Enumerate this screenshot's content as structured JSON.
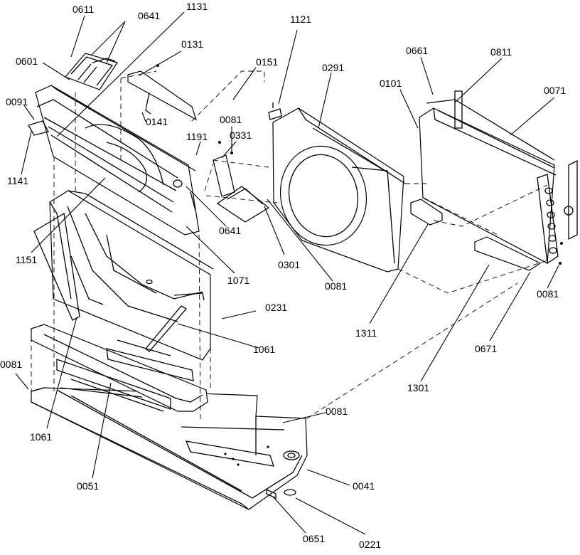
{
  "diagram": {
    "part_labels": [
      "0611",
      "0641",
      "1131",
      "0131",
      "0601",
      "0091",
      "1141",
      "0141",
      "0151",
      "1121",
      "0291",
      "0081",
      "0331",
      "1191",
      "0661",
      "0811",
      "0101",
      "0071",
      "1151",
      "0641",
      "0301",
      "1071",
      "0081",
      "1311",
      "0081",
      "0231",
      "1061",
      "0671",
      "1301",
      "0081",
      "1061",
      "0081",
      "0051",
      "0041",
      "0651",
      "0221"
    ]
  }
}
